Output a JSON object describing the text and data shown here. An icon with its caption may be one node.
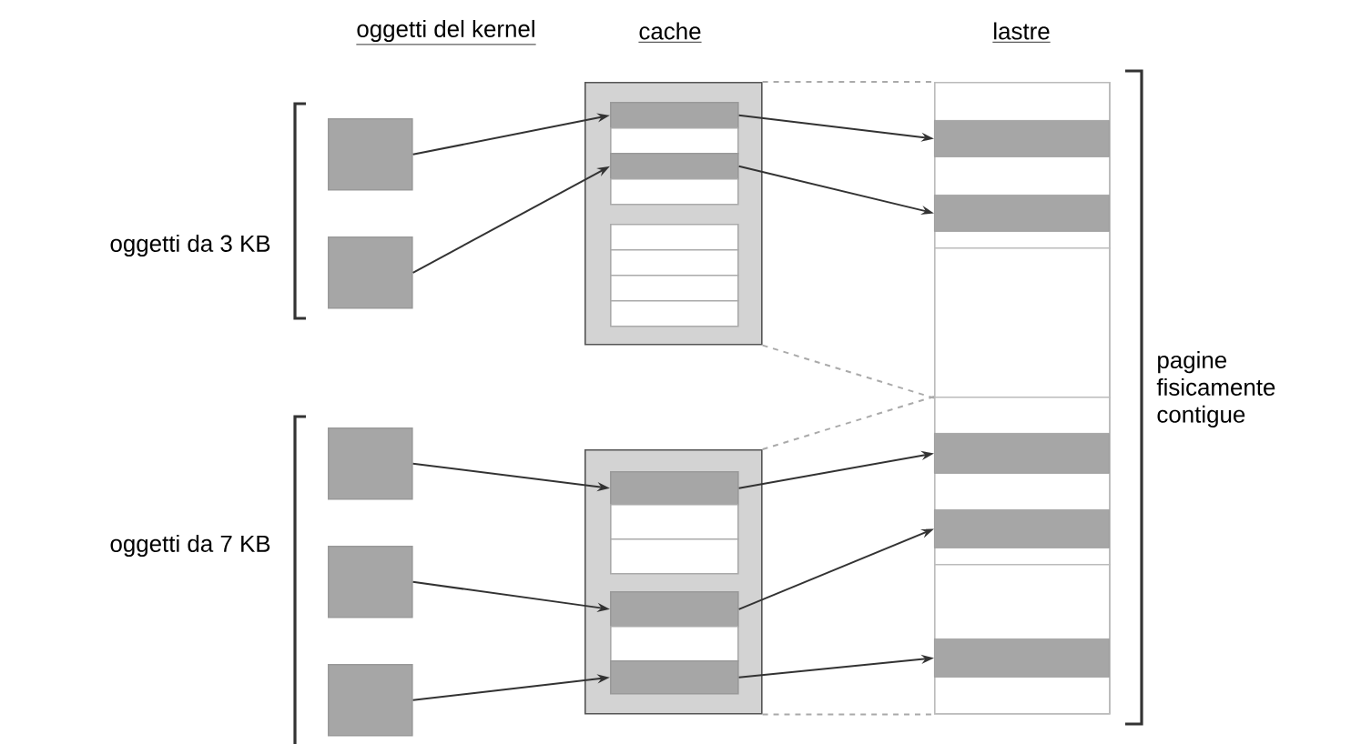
{
  "diagram": {
    "nodes": [
      {
        "text": [],
        "shape": "box"
      },
      {
        "text": [],
        "shape": "box"
      },
      {
        "text": [],
        "shape": "box"
      },
      {
        "text": [],
        "shape": "box"
      },
      {
        "text": [],
        "shape": "box"
      },
      {
        "text": [],
        "shape": "box"
      },
      {
        "text": [],
        "shape": "box",
        "in": 5
      },
      {
        "text": [],
        "shape": "box",
        "in": 5
      },
      {
        "text": [],
        "shape": "box",
        "in": 5
      },
      {
        "text": [],
        "shape": "box",
        "in": 5
      },
      {
        "text": [],
        "shape": "box",
        "in": 5
      },
      {
        "text": [],
        "shape": "box",
        "in": 5
      },
      {
        "text": [],
        "shape": "box",
        "in": 5
      },
      {
        "text": [],
        "shape": "box",
        "in": 5
      },
      {
        "text": [],
        "shape": "box"
      },
      {
        "text": [],
        "shape": "box",
        "in": 14
      },
      {
        "text": [],
        "shape": "box",
        "in": 14
      },
      {
        "text": [],
        "shape": "box",
        "in": 14
      },
      {
        "text": [],
        "shape": "box",
        "in": 14
      },
      {
        "text": [],
        "shape": "box",
        "in": 14
      },
      {
        "text": [],
        "shape": "box",
        "in": 14
      },
      {
        "text": [],
        "shape": "box"
      },
      {
        "text": [],
        "shape": "box",
        "in": 21
      },
      {
        "text": [],
        "shape": "box",
        "in": 21
      },
      {
        "text": [],
        "shape": "box",
        "in": 21
      },
      {
        "text": [],
        "shape": "box",
        "in": 21
      },
      {
        "text": [],
        "shape": "bar",
        "in": 22
      },
      {
        "text": [],
        "shape": "bar",
        "in": 22
      },
      {
        "text": [],
        "shape": "bar",
        "in": 24
      },
      {
        "text": [],
        "shape": "bar",
        "in": 24
      },
      {
        "text": [],
        "shape": "bar",
        "in": 25
      }
    ],
    "edges": [
      {
        "from": 0,
        "to": 6,
        "arrow": "to"
      },
      {
        "from": 1,
        "to": 8,
        "arrow": "to"
      },
      {
        "from": 6,
        "to": 26,
        "arrow": "to"
      },
      {
        "from": 8,
        "to": 27,
        "arrow": "to"
      },
      {
        "from": 2,
        "to": 15,
        "arrow": "to"
      },
      {
        "from": 3,
        "to": 18,
        "arrow": "to"
      },
      {
        "from": 4,
        "to": 20,
        "arrow": "to"
      },
      {
        "from": 15,
        "to": 28,
        "arrow": "to"
      },
      {
        "from": 18,
        "to": 29,
        "arrow": "to"
      },
      {
        "from": 20,
        "to": 30,
        "arrow": "to"
      },
      {
        "from": 5,
        "to": 22,
        "arrow": "none",
        "style": "dashed",
        "color": "#aaaaaa"
      },
      {
        "from": 5,
        "to": 23,
        "arrow": "none",
        "style": "dashed",
        "color": "#aaaaaa"
      },
      {
        "from": 14,
        "to": 24,
        "arrow": "none",
        "style": "dashed",
        "color": "#aaaaaa"
      },
      {
        "from": 14,
        "to": 25,
        "arrow": "none",
        "style": "dashed",
        "color": "#aaaaaa"
      }
    ],
    "labels": [
      "oggetti del kernel",
      "cache",
      "lastre",
      "oggetti da 3 KB",
      "pagine fisicamente contigue",
      "oggetti da 7 KB"
    ]
  }
}
